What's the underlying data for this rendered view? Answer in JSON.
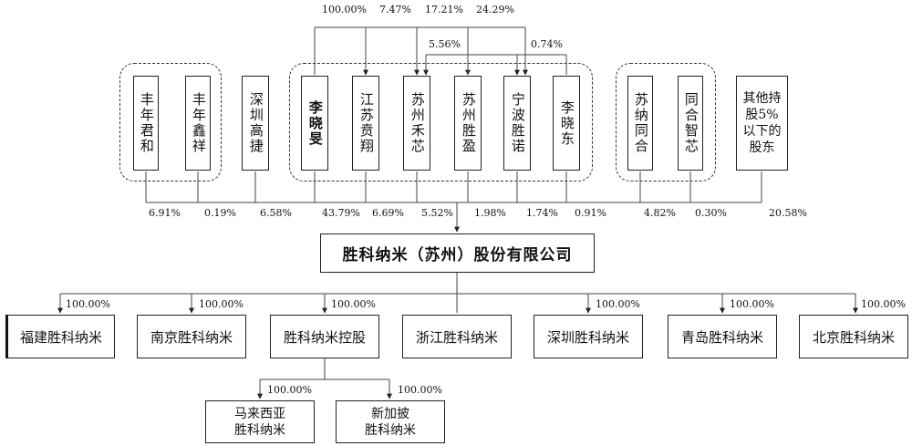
{
  "shareholders": [
    {
      "id": "fengnian_junhe",
      "name": "丰年君和",
      "pct": "6.91%"
    },
    {
      "id": "fengnian_xinxiang",
      "name": "丰年鑫祥",
      "pct": "0.19%"
    },
    {
      "id": "shenzhen_gaojie",
      "name": "深圳高捷",
      "pct": "6.58%"
    },
    {
      "id": "li_xiaomin",
      "name": "李晓旻",
      "pct": "43.79%"
    },
    {
      "id": "jiangsu_haixiang",
      "name": "江苏贲翔",
      "pct": "6.69%"
    },
    {
      "id": "suzhou_hexin",
      "name": "苏州禾芯",
      "pct": "5.52%"
    },
    {
      "id": "suzhou_shengying",
      "name": "苏州胜盈",
      "pct": "1.98%"
    },
    {
      "id": "ningbo_shengnuo",
      "name": "宁波胜诺",
      "pct": "1.74%"
    },
    {
      "id": "li_xiaodong",
      "name": "李晓东",
      "pct": "0.91%"
    },
    {
      "id": "suna_tonghe",
      "name": "苏纳同合",
      "pct": "4.82%"
    },
    {
      "id": "tonghe_zhixin",
      "name": "同合智芯",
      "pct": "0.30%"
    },
    {
      "id": "others",
      "name": "其他持股5%以下的股东",
      "pct": "20.58%"
    }
  ],
  "upper_links": {
    "li_to_jiangsu": "100.00%",
    "li_to_suzhou_hexin": "7.47%",
    "li_to_suzhou_shengying": "17.21%",
    "li_to_ningbo": "24.29%",
    "shengying_to_hexin": "5.56%",
    "xiaodong_to_ningbo": "0.74%"
  },
  "company": "胜科纳米（苏州）股份有限公司",
  "subsidiaries": [
    {
      "name": "福建胜科纳米",
      "pct": "100.00%"
    },
    {
      "name": "南京胜科纳米",
      "pct": "100.00%"
    },
    {
      "name": "胜科纳米控股",
      "pct": "100.00%"
    },
    {
      "name": "浙江胜科纳米",
      "pct": ""
    },
    {
      "name": "深圳胜科纳米",
      "pct": "100.00%"
    },
    {
      "name": "青岛胜科纳米",
      "pct": "100.00%"
    },
    {
      "name": "北京胜科纳米",
      "pct": "100.00%"
    }
  ],
  "grandchildren": [
    {
      "name": "马来西亚\n胜科纳米",
      "pct": "100.00%"
    },
    {
      "name": "新加披\n胜科纳米",
      "pct": "100.00%"
    }
  ]
}
